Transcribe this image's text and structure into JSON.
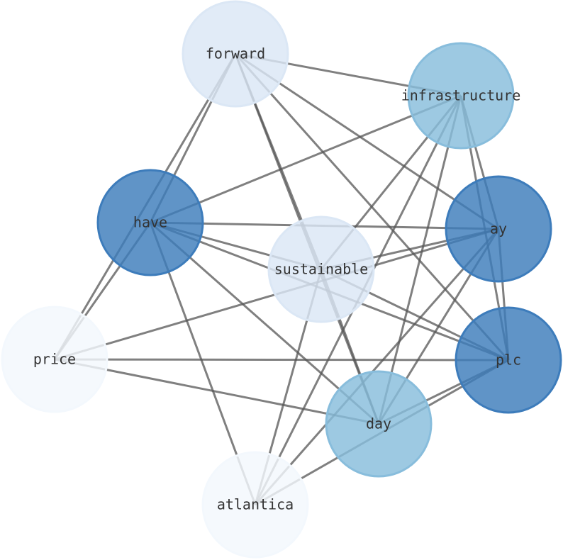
{
  "graph": {
    "nodes": [
      {
        "id": "forward",
        "label": "forward",
        "color": "#dbe7f5"
      },
      {
        "id": "infrastructure",
        "label": "infrastructure",
        "color": "#88bddc"
      },
      {
        "id": "have",
        "label": "have",
        "color": "#3d7cbb"
      },
      {
        "id": "ay",
        "label": "ay",
        "color": "#3d7cbb"
      },
      {
        "id": "sustainable",
        "label": "sustainable",
        "color": "#dbe7f5"
      },
      {
        "id": "price",
        "label": "price",
        "color": "#f3f8fd"
      },
      {
        "id": "plc",
        "label": "plc",
        "color": "#3d7cbb"
      },
      {
        "id": "day",
        "label": "day",
        "color": "#88bddc"
      },
      {
        "id": "atlantica",
        "label": "atlantica",
        "color": "#f3f8fd"
      }
    ],
    "edges": [
      [
        "forward",
        "infrastructure"
      ],
      [
        "forward",
        "have"
      ],
      [
        "forward",
        "price"
      ],
      [
        "forward",
        "sustainable"
      ],
      [
        "forward",
        "ay"
      ],
      [
        "forward",
        "plc"
      ],
      [
        "forward",
        "day"
      ],
      [
        "infrastructure",
        "have"
      ],
      [
        "infrastructure",
        "ay"
      ],
      [
        "infrastructure",
        "plc"
      ],
      [
        "infrastructure",
        "day"
      ],
      [
        "infrastructure",
        "sustainable"
      ],
      [
        "infrastructure",
        "atlantica"
      ],
      [
        "have",
        "ay"
      ],
      [
        "have",
        "sustainable"
      ],
      [
        "have",
        "plc"
      ],
      [
        "have",
        "day"
      ],
      [
        "have",
        "price"
      ],
      [
        "have",
        "atlantica"
      ],
      [
        "ay",
        "plc"
      ],
      [
        "ay",
        "sustainable"
      ],
      [
        "ay",
        "day"
      ],
      [
        "ay",
        "price"
      ],
      [
        "ay",
        "atlantica"
      ],
      [
        "sustainable",
        "plc"
      ],
      [
        "sustainable",
        "day"
      ],
      [
        "sustainable",
        "atlantica"
      ],
      [
        "price",
        "plc"
      ],
      [
        "price",
        "day"
      ],
      [
        "plc",
        "day"
      ],
      [
        "plc",
        "atlantica"
      ]
    ],
    "edge_color": "#555555"
  }
}
